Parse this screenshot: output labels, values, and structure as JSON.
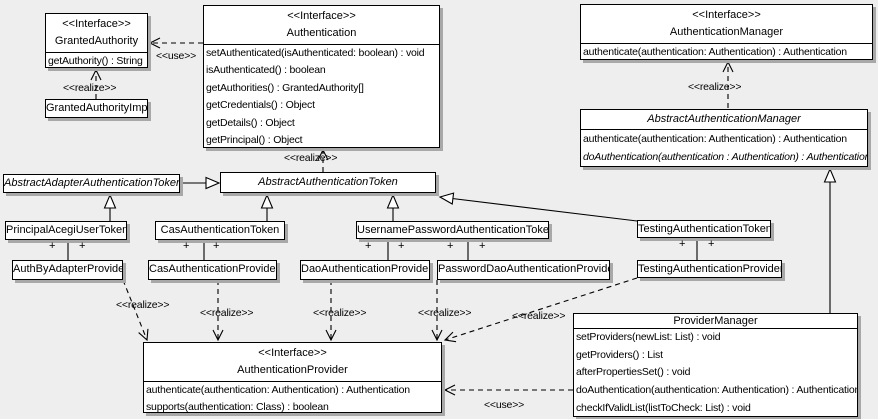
{
  "labels": {
    "use": "<<use>>",
    "realize": "<<realize>>",
    "plus": "+"
  },
  "colors": {
    "background": "#eeeeee",
    "box_fill": "#ffffff",
    "line": "#000000",
    "shadow": "#a8a8a8"
  },
  "classes": {
    "granted_authority": {
      "stereotype": "<<Interface>>",
      "name": "GrantedAuthority",
      "members": [
        "getAuthority() : String"
      ]
    },
    "granted_authority_impl": {
      "name": "GrantedAuthorityImpl"
    },
    "authentication": {
      "stereotype": "<<Interface>>",
      "name": "Authentication",
      "members": [
        "setAuthenticated(isAuthenticated: boolean) : void",
        "isAuthenticated() : boolean",
        "getAuthorities() : GrantedAuthority[]",
        "getCredentials() : Object",
        "getDetails() : Object",
        "getPrincipal() : Object"
      ]
    },
    "authentication_manager": {
      "stereotype": "<<Interface>>",
      "name": "AuthenticationManager",
      "members": [
        "authenticate(authentication: Authentication) : Authentication"
      ]
    },
    "abstract_authentication_manager": {
      "name": "AbstractAuthenticationManager",
      "members": [
        "authenticate(authentication: Authentication) : Authentication",
        "doAuthentication(authentication : Authentication) : Authentication"
      ]
    },
    "abstract_adapter_authentication_token": {
      "name": "AbstractAdapterAuthenticationToken"
    },
    "abstract_authentication_token": {
      "name": "AbstractAuthenticationToken"
    },
    "principal_acegi_user_token": {
      "name": "PrincipalAcegiUserToken"
    },
    "cas_authentication_token": {
      "name": "CasAuthenticationToken"
    },
    "username_password_authentication_token": {
      "name": "UsernamePasswordAuthenticationToken"
    },
    "testing_authentication_token": {
      "name": "TestingAuthenticationToken"
    },
    "auth_by_adapter_provider": {
      "name": "AuthByAdapterProvider"
    },
    "cas_authentication_provider": {
      "name": "CasAuthenticationProvider"
    },
    "dao_authentication_provider": {
      "name": "DaoAuthenticationProvider"
    },
    "password_dao_authentication_provider": {
      "name": "PasswordDaoAuthenticationProvider"
    },
    "testing_authentication_provider": {
      "name": "TestingAuthenticationProvider"
    },
    "authentication_provider": {
      "stereotype": "<<Interface>>",
      "name": "AuthenticationProvider",
      "members": [
        "authenticate(authentication: Authentication) : Authentication",
        "supports(authentication: Class) : boolean"
      ]
    },
    "provider_manager": {
      "name": "ProviderManager",
      "members": [
        "setProviders(newList: List) : void",
        "getProviders() : List",
        "afterPropertiesSet() : void",
        "doAuthentication(authentication: Authentication) : Authentication",
        "checkIfValidList(listToCheck: List) : void"
      ]
    }
  }
}
